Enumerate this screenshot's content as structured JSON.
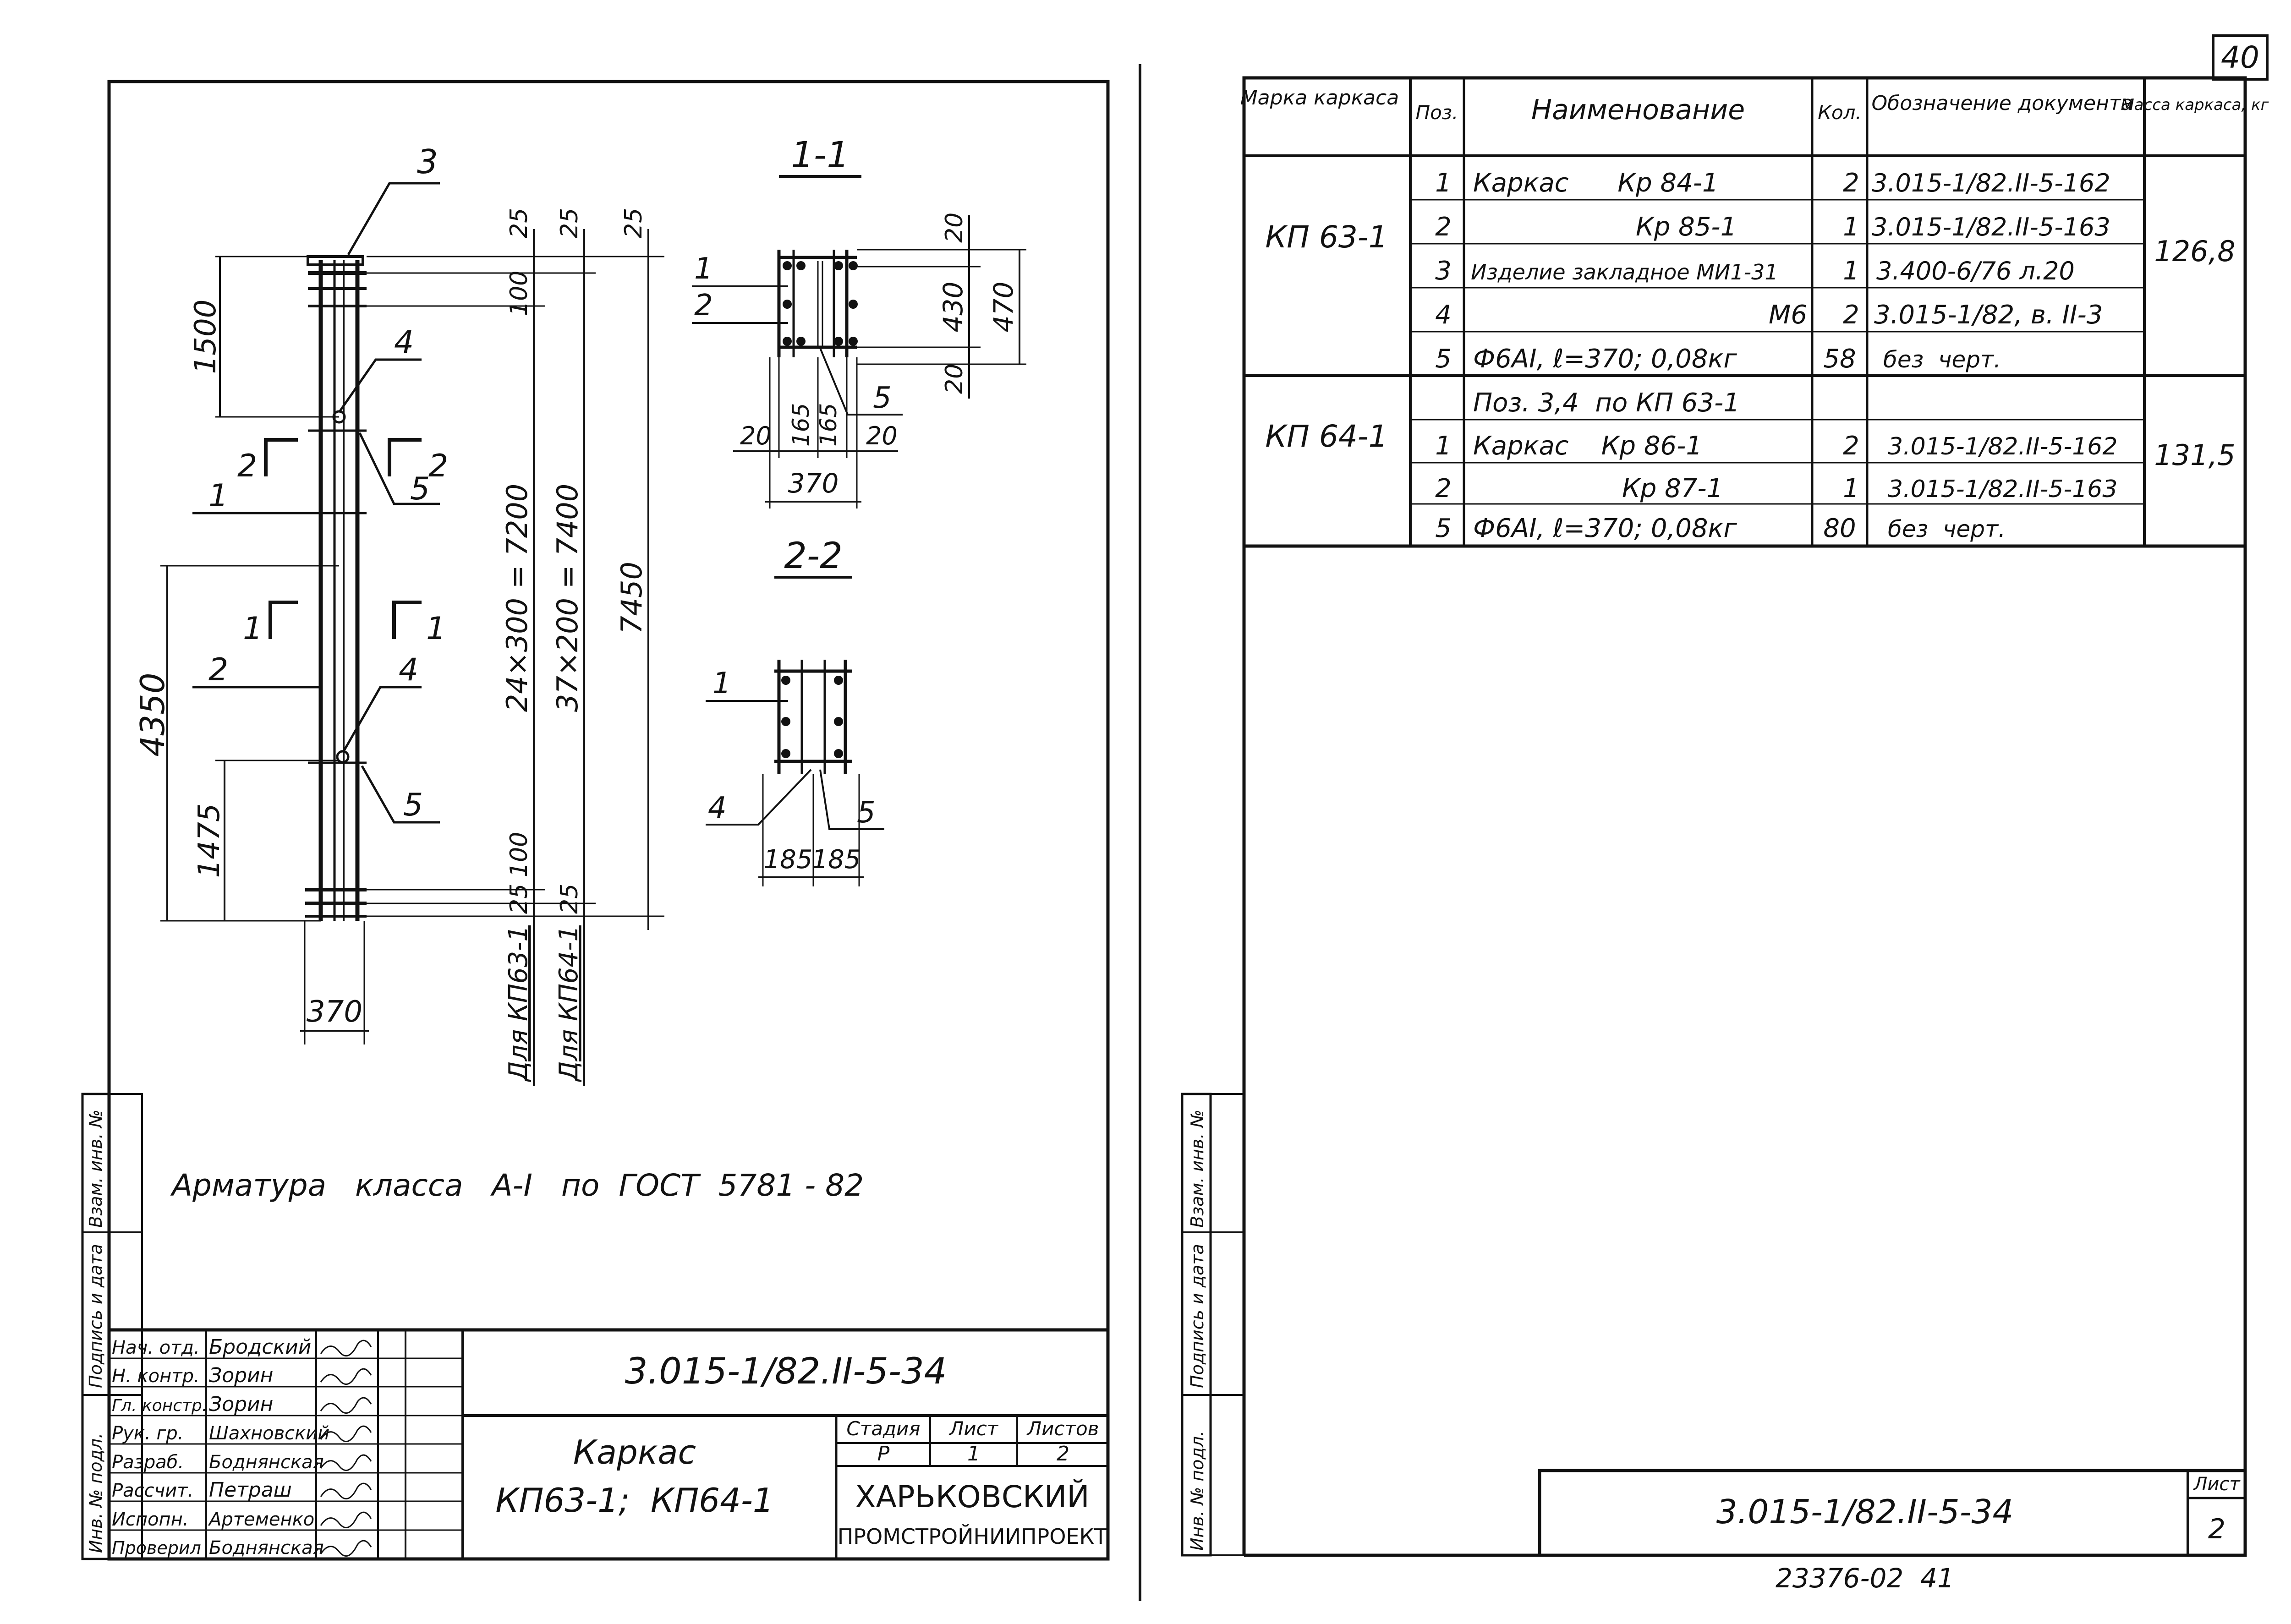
{
  "page_number": "40",
  "left_sheet": {
    "drawing_labels": {
      "callout_3": "3",
      "callout_4_top": "4",
      "callout_2_section": "2",
      "callout_2_section_b": "2",
      "callout_5_top": "5",
      "callout_1": "1",
      "callout_1_section": "1",
      "callout_1_section_b": "1",
      "callout_2": "2",
      "callout_4_bottom": "4",
      "callout_5_bottom": "5"
    },
    "elevation_dims": {
      "d1500": "1500",
      "d4350": "4350",
      "d1475": "1475",
      "d370": "370",
      "d25a": "25",
      "d25b": "25",
      "d25c": "25",
      "d100a": "100",
      "d24x300": "24×300 = 7200",
      "d37x200": "37×200 = 7400",
      "d7450": "7450",
      "d100b": "100",
      "d25d": "25",
      "d25e": "25",
      "for_kp63": "Для КП63-1",
      "for_kp64": "Для КП64-1"
    },
    "section_1_1": {
      "title": "1-1",
      "l1": "1",
      "l2": "2",
      "l5": "5",
      "d20_top": "20",
      "d430": "430",
      "d470": "470",
      "d20_bottom": "20",
      "d20_left": "20",
      "d165a": "165",
      "d165b": "165",
      "d20_right": "20",
      "d370": "370"
    },
    "section_2_2": {
      "title": "2-2",
      "l1": "1",
      "l4": "4",
      "l5": "5",
      "d185a": "185",
      "d185b": "185"
    },
    "note": "Арматура   класса   А-I   по  ГОСТ  5781 - 82",
    "side_stamp": {
      "inv_orig": "Инв. № подл.",
      "sign_date": "Подпись и дата",
      "replace_inv": "Взам. инв. №"
    },
    "title_block": {
      "roles": [
        {
          "role": "Нач. отд.",
          "name": "Бродский"
        },
        {
          "role": "Н. контр.",
          "name": "Зорин"
        },
        {
          "role": "Гл. констр.",
          "name": "Зорин"
        },
        {
          "role": "Рук. гр.",
          "name": "Шахновский"
        },
        {
          "role": "Разраб.",
          "name": "Боднянская"
        },
        {
          "role": "Рассчит.",
          "name": "Петраш"
        },
        {
          "role": "Испопн.",
          "name": "Артеменко"
        },
        {
          "role": "Проверил",
          "name": "Боднянская"
        }
      ],
      "doc_code": "3.015-1/82.II-5-34",
      "name_line1": "Каркас",
      "name_line2": "КП63-1;  КП64-1",
      "stage_header": "Стадия",
      "sheet_header": "Лист",
      "sheets_header": "Листов",
      "stage": "Р",
      "sheet": "1",
      "sheets": "2",
      "org_line1": "ХАРЬКОВСКИЙ",
      "org_line2": "ПРОМСТРОЙНИИПРОЕКТ"
    }
  },
  "right_sheet": {
    "headers": {
      "mark": "Марка каркаса",
      "pos": "Поз.",
      "name": "Наименование",
      "qty": "Кол.",
      "doc": "Обозначение документа",
      "mass": "Масса каркаса, кг"
    },
    "groups": [
      {
        "mark": "КП 63-1",
        "mass": "126,8",
        "rows": [
          {
            "pos": "1",
            "name": "Каркас      Кр 84-1",
            "qty": "2",
            "doc": "3.015-1/82.II-5-162"
          },
          {
            "pos": "2",
            "name": "Кр 85-1",
            "qty": "1",
            "doc": "3.015-1/82.II-5-163"
          },
          {
            "pos": "3",
            "name": "Изделие закладное МИ1-31",
            "qty": "1",
            "doc": "3.400-6/76 л.20"
          },
          {
            "pos": "4",
            "name": "М6",
            "qty": "2",
            "doc": "3.015-1/82, в. II-3"
          },
          {
            "pos": "5",
            "name": "Ф6АI, ℓ=370; 0,08кг",
            "qty": "58",
            "doc": "без  черт."
          }
        ]
      },
      {
        "mark": "КП 64-1",
        "mass": "131,5",
        "rows": [
          {
            "pos": "",
            "name": "Поз. 3,4  по КП 63-1",
            "qty": "",
            "doc": ""
          },
          {
            "pos": "1",
            "name": "Каркас    Кр 86-1",
            "qty": "2",
            "doc": "3.015-1/82.II-5-162"
          },
          {
            "pos": "2",
            "name": "Кр 87-1",
            "qty": "1",
            "doc": "3.015-1/82.II-5-163"
          },
          {
            "pos": "5",
            "name": "Ф6АI, ℓ=370; 0,08кг",
            "qty": "80",
            "doc": "без  черт."
          }
        ]
      }
    ],
    "side_stamp": {
      "inv_orig": "Инв. № подл.",
      "sign_date": "Подпись и дата",
      "replace_inv": "Взам. инв. №"
    },
    "doc_code": "3.015-1/82.II-5-34",
    "sheet_label": "Лист",
    "sheet_number": "2",
    "archive_number": "23376-02  41"
  }
}
